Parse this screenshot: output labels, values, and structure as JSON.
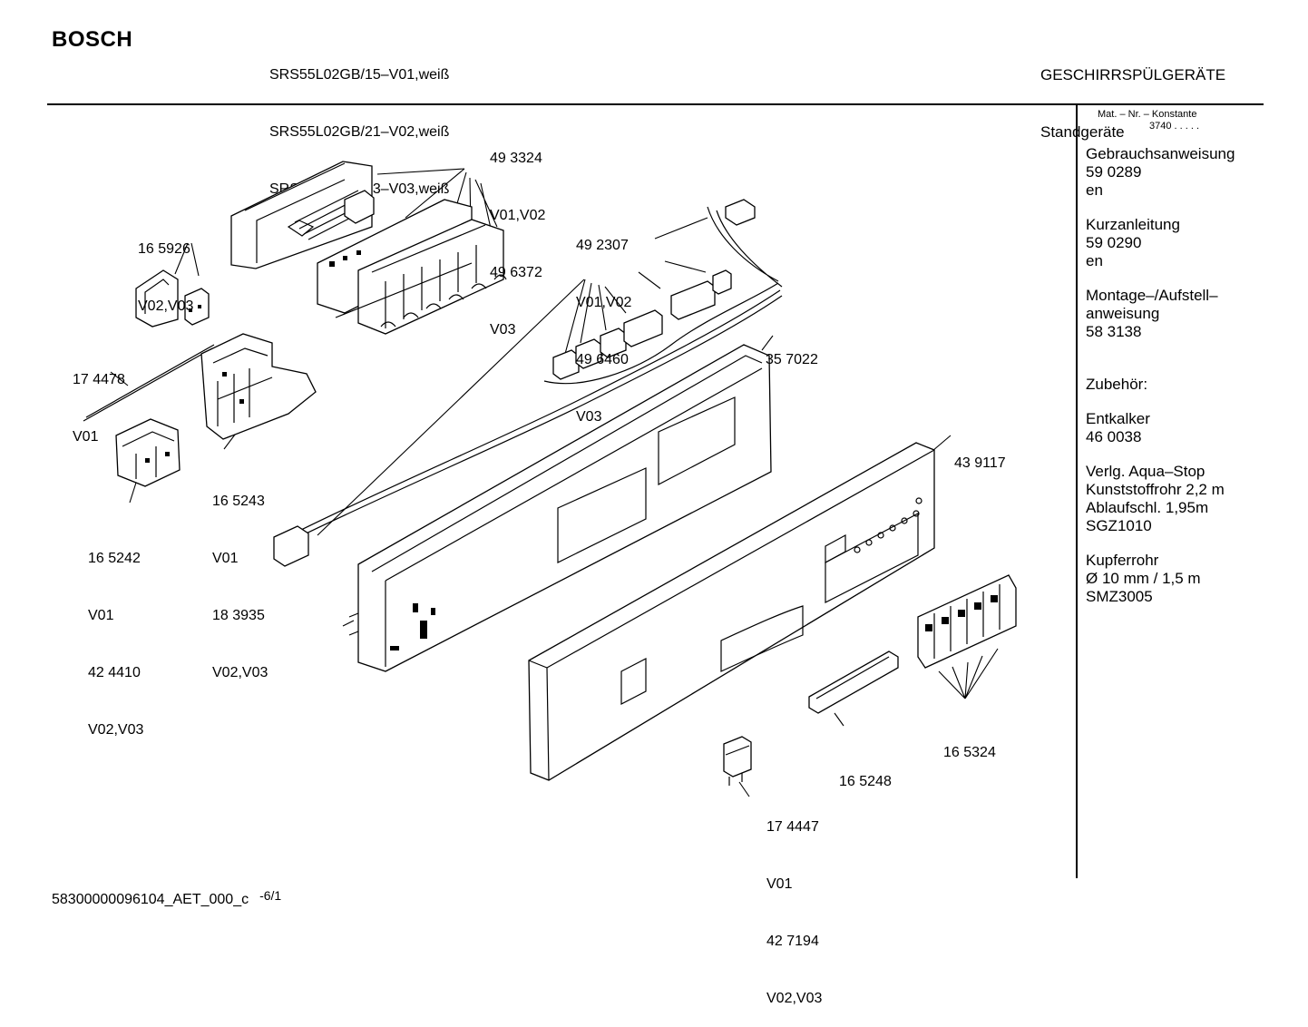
{
  "header": {
    "brand": "BOSCH",
    "models": [
      "SRS55L02GB/15–V01,weiß",
      "SRS55L02GB/21–V02,weiß",
      "SRS55L02GB/23–V03,weiß"
    ],
    "category": "GESCHIRRSPÜLGERÄTE",
    "subcategory": "Standgeräte"
  },
  "sidebar": {
    "mat_label": "Mat. – Nr. – Konstante",
    "mat_value": "3740 .  .  .  .  .",
    "sections": [
      {
        "lines": [
          "Gebrauchsanweisung",
          "59 0289",
          "en"
        ]
      },
      {
        "lines": [
          "Kurzanleitung",
          "59 0290",
          "en"
        ]
      },
      {
        "lines": [
          "Montage–/Aufstell–",
          "anweisung",
          "58 3138"
        ]
      },
      {
        "lines": [
          "Zubehör:"
        ]
      },
      {
        "lines": [
          "Entkalker",
          "46 0038"
        ]
      },
      {
        "lines": [
          "Verlg. Aqua–Stop",
          "Kunststoffrohr 2,2 m",
          "Ablaufschl. 1,95m",
          "SGZ1010"
        ]
      },
      {
        "lines": [
          "Kupferrohr",
          "Ø 10 mm / 1,5 m",
          "SMZ3005"
        ]
      }
    ]
  },
  "parts": [
    {
      "id": "p493324",
      "lines": [
        "49 3324",
        "V01,V02",
        "49 6372",
        "V03"
      ]
    },
    {
      "id": "p165926",
      "lines": [
        "16 5926",
        "V02,V03"
      ]
    },
    {
      "id": "p492307",
      "lines": [
        "49 2307",
        "V01,V02",
        "49 6460",
        "V03"
      ]
    },
    {
      "id": "p174478",
      "lines": [
        "17 4478",
        "V01"
      ]
    },
    {
      "id": "p357022",
      "lines": [
        "35 7022"
      ]
    },
    {
      "id": "p439117",
      "lines": [
        "43 9117"
      ]
    },
    {
      "id": "p165243",
      "lines": [
        "16 5243",
        "V01",
        "18 3935",
        "V02,V03"
      ]
    },
    {
      "id": "p165242",
      "lines": [
        "16 5242",
        "V01",
        "42 4410",
        "V02,V03"
      ]
    },
    {
      "id": "p165324",
      "lines": [
        "16 5324"
      ]
    },
    {
      "id": "p165248",
      "lines": [
        "16 5248"
      ]
    },
    {
      "id": "p174447",
      "lines": [
        "17 4447",
        "V01",
        "42 7194",
        "V02,V03"
      ]
    }
  ],
  "footer": {
    "doc_id": "58300000096104_AET_000_c",
    "sheet": "-6/1"
  }
}
